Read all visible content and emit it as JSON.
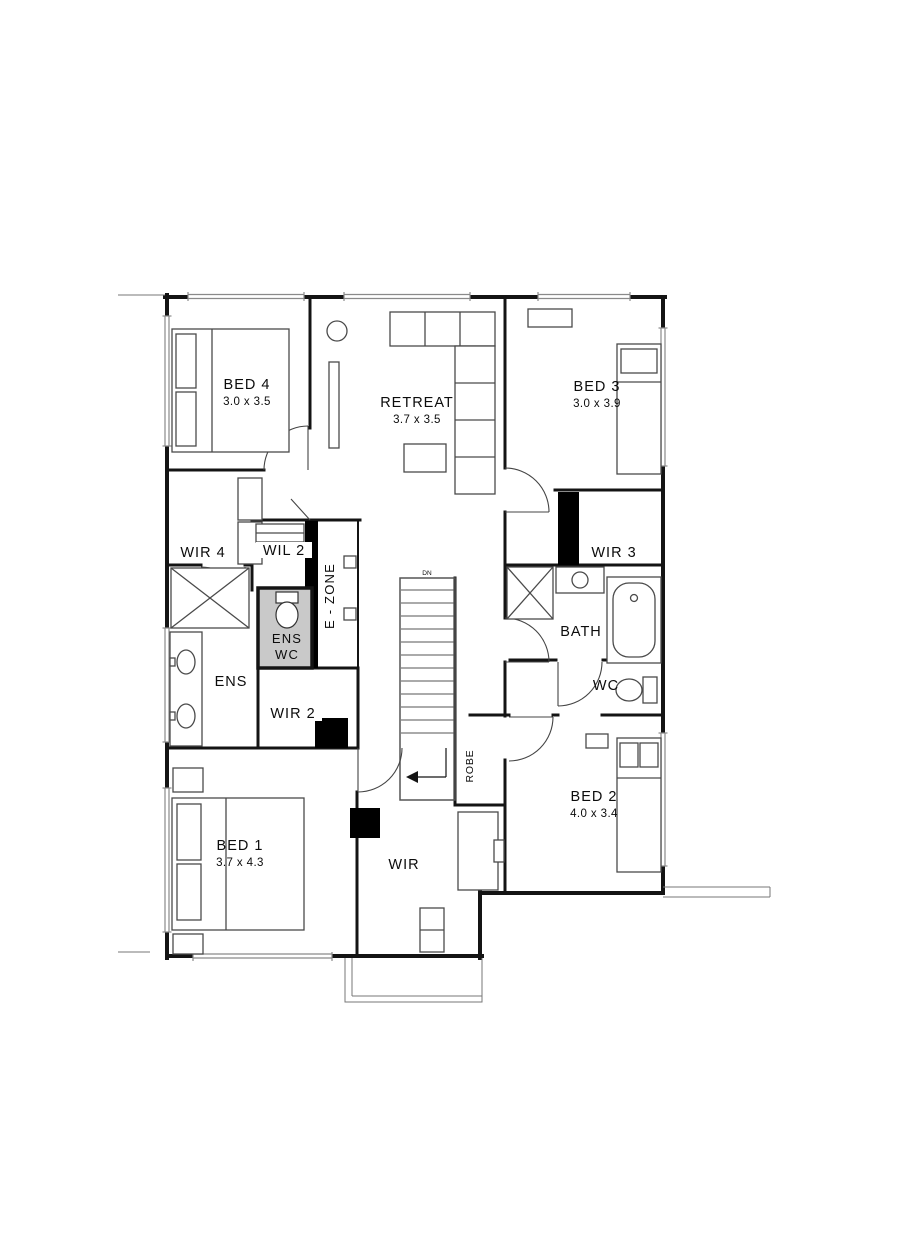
{
  "floor_plan": {
    "rooms": {
      "bed4": {
        "name": "BED 4",
        "dims": "3.0 x 3.5"
      },
      "retreat": {
        "name": "RETREAT",
        "dims": "3.7 x 3.5"
      },
      "bed3": {
        "name": "BED 3",
        "dims": "3.0 x 3.9"
      },
      "wir4": {
        "name": "WIR 4"
      },
      "wil2": {
        "name": "WIL 2"
      },
      "ezone": {
        "name": "E - ZONE"
      },
      "wir3": {
        "name": "WIR 3"
      },
      "ens_wc": {
        "line1": "ENS",
        "line2": "WC"
      },
      "ens": {
        "name": "ENS"
      },
      "bath": {
        "name": "BATH"
      },
      "wc": {
        "name": "WC"
      },
      "wir2": {
        "name": "WIR 2"
      },
      "robe": {
        "name": "ROBE"
      },
      "bed1": {
        "name": "BED 1",
        "dims": "3.7 x 4.3"
      },
      "wir": {
        "name": "WIR"
      },
      "bed2": {
        "name": "BED 2",
        "dims": "4.0 x 3.4"
      }
    },
    "stairs": {
      "direction_label": "DN"
    },
    "colors": {
      "walls": "#141414",
      "solid_blocks": "#000000",
      "wet_area_floor": "#c9c9c9",
      "furniture_outline": "#4a4a4a",
      "window_glazing": "#8a8a8a",
      "background": "#ffffff"
    }
  }
}
